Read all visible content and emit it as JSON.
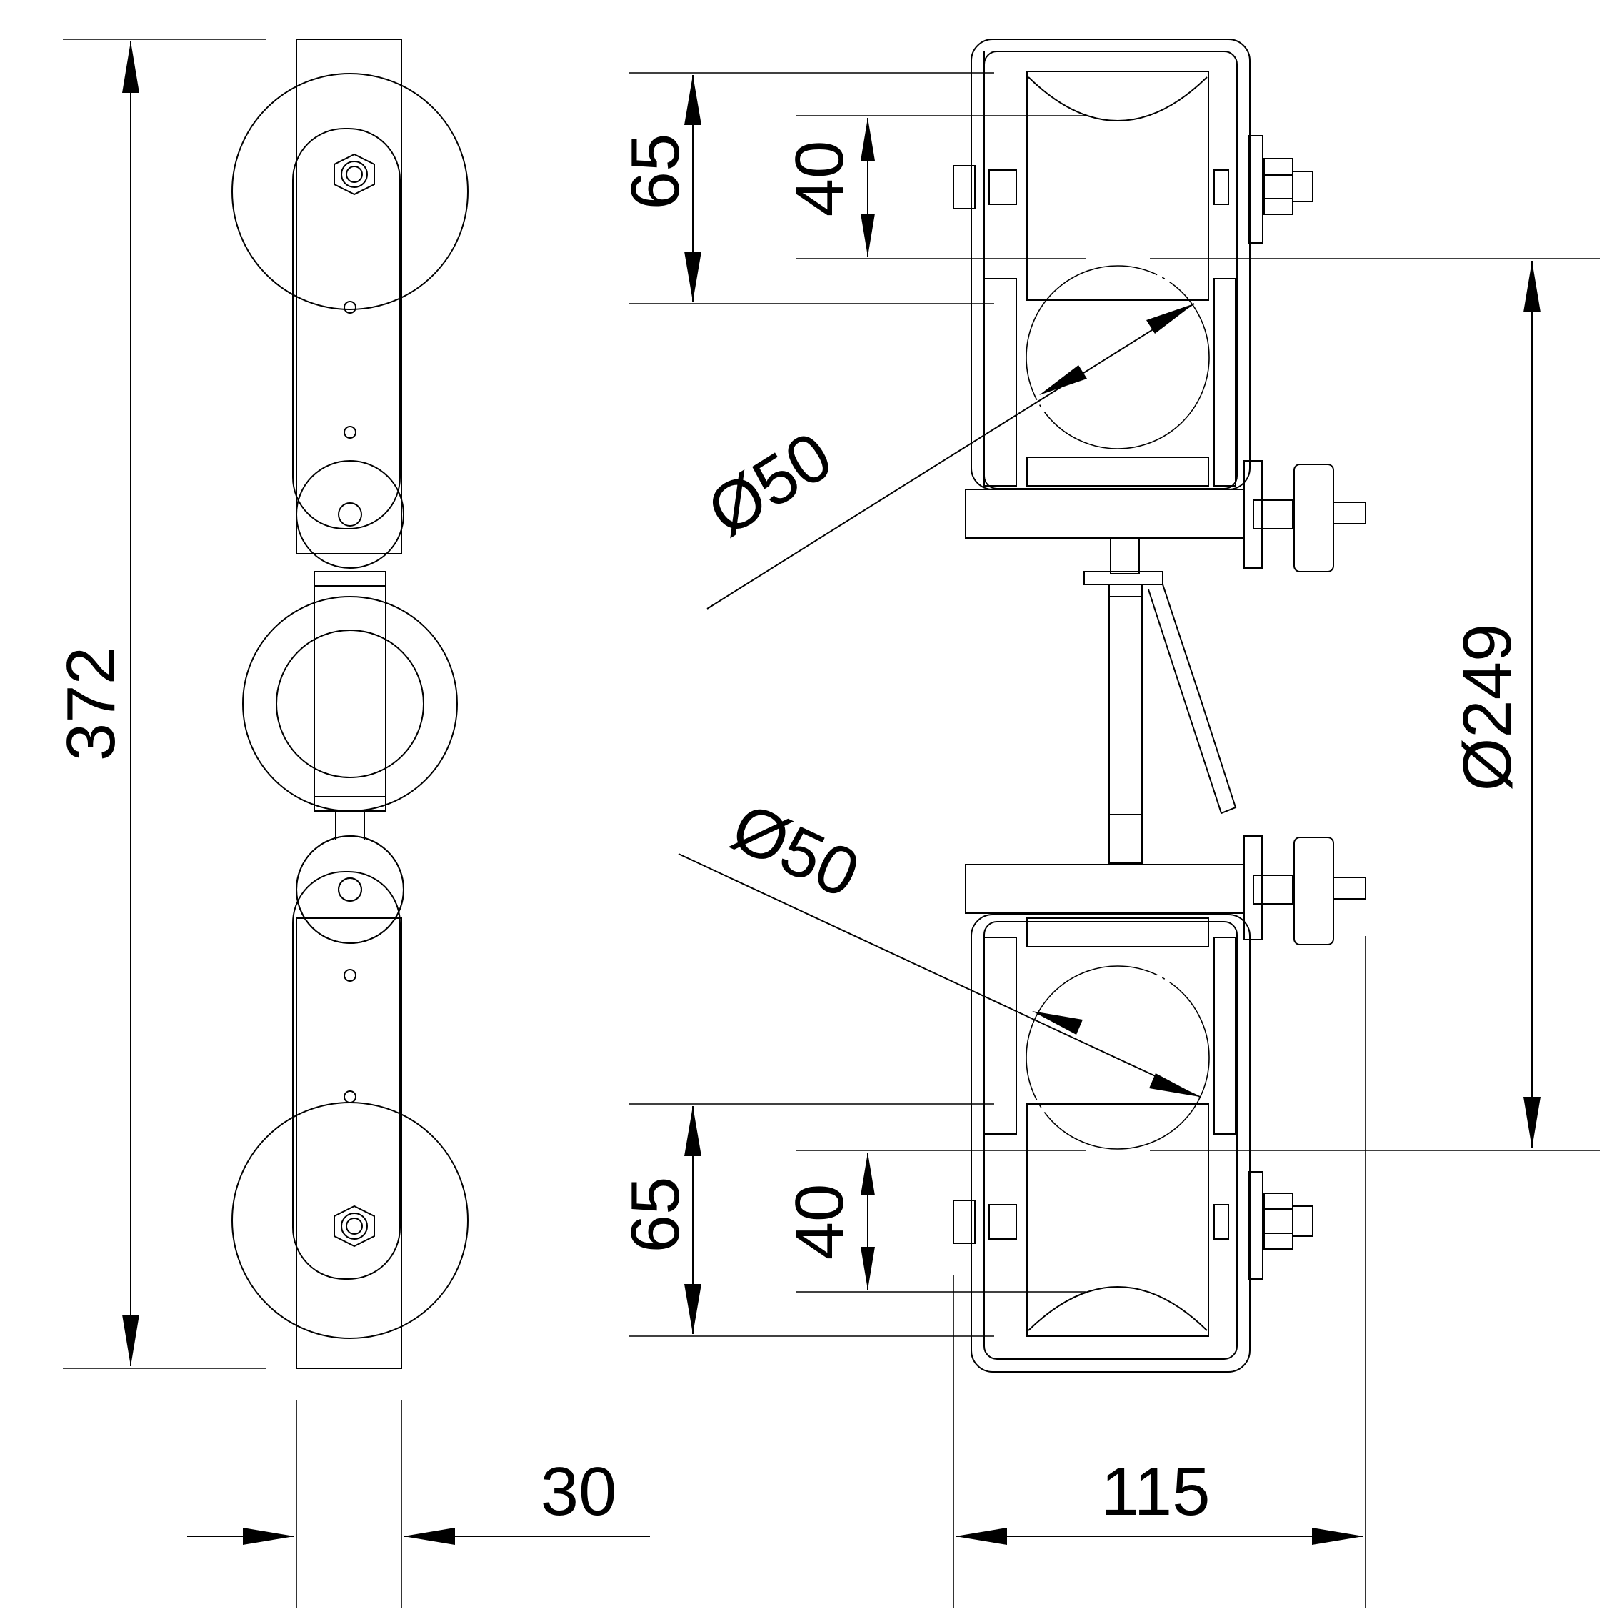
{
  "drawing": {
    "dimensions": {
      "overall_height": "372",
      "width_side": "30",
      "width_front": "115",
      "top_outer_spacing": "65",
      "top_inner_spacing": "40",
      "bottom_outer_spacing": "65",
      "bottom_inner_spacing": "40",
      "top_roller_diameter": "Ø50",
      "bottom_roller_diameter": "Ø50",
      "span_diameter": "Ø249"
    }
  }
}
